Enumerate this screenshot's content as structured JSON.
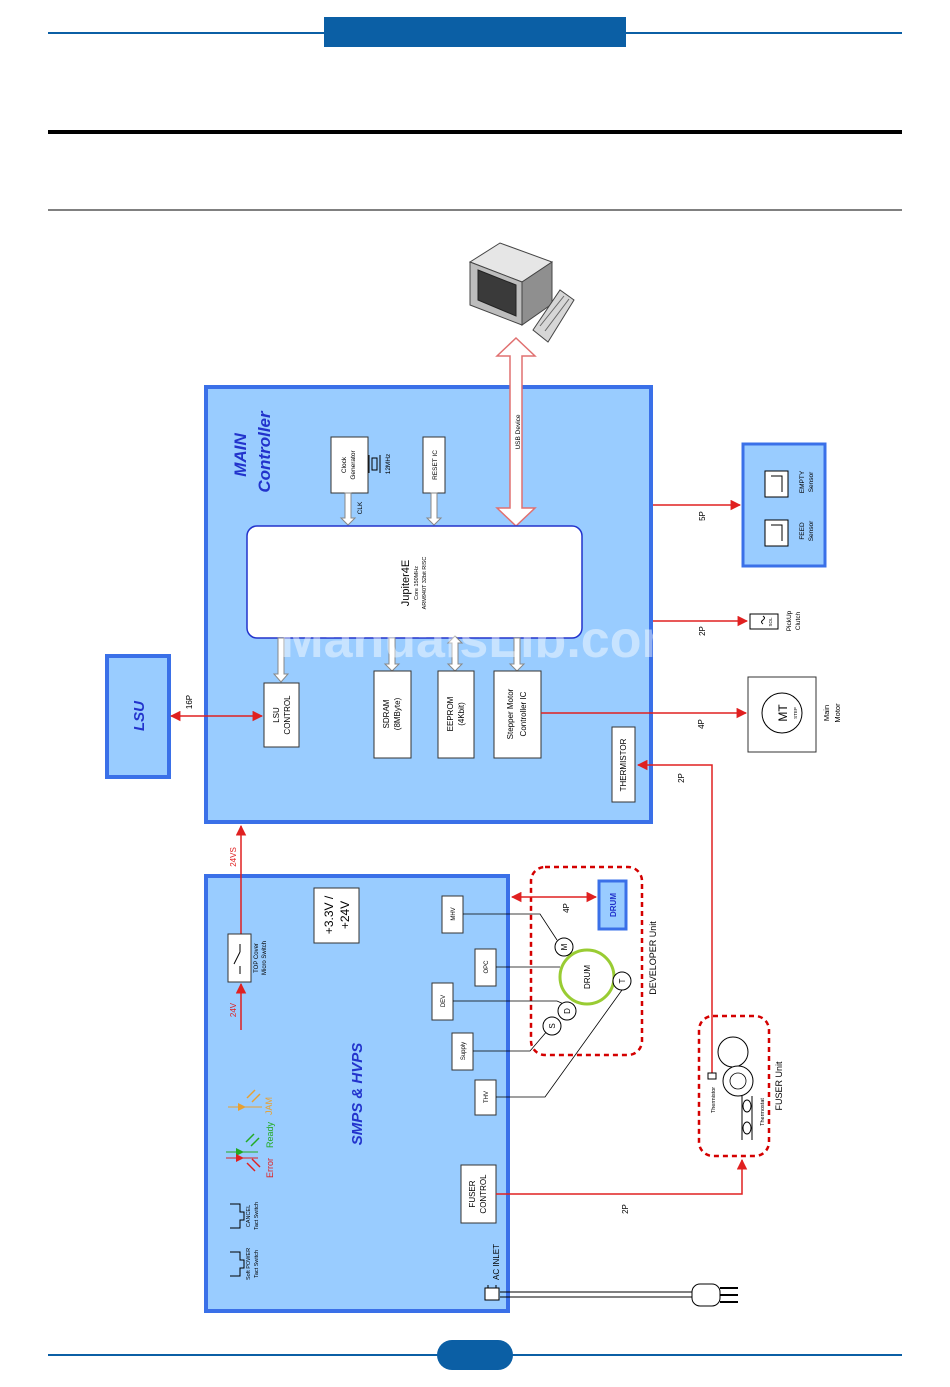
{
  "watermark": "ManualsLib.com",
  "main_controller": {
    "title_line1": "MAIN",
    "title_line2": "Controller",
    "cpu_name": "Jupiter4E",
    "cpu_spec1": "Core 150MHz",
    "cpu_spec2": "ARM940T 32bit RISC",
    "clock_line1": "Clock",
    "clock_line2": "Generator",
    "clock_freq": "12MHz",
    "clk_label": "CLK",
    "reset_ic": "RESET IC",
    "usb_label": "USB Device",
    "lsu_control_line1": "LSU",
    "lsu_control_line2": "CONTROL",
    "sdram_line1": "SDRAM",
    "sdram_line2": "(8MByte)",
    "eeprom_line1": "EEPROM",
    "eeprom_line2": "(4Kbit)",
    "stepper_line1": "Stepper Motor",
    "stepper_line2": "Controller IC",
    "thermistor": "THERMISTOR"
  },
  "lsu": {
    "label": "LSU",
    "connector": "16P"
  },
  "sensors": {
    "connector": "5P",
    "empty_line1": "EMPTY",
    "empty_line2": "Sensor",
    "feed_line1": "FEED",
    "feed_line2": "Sensor"
  },
  "pickup_clutch": {
    "connector": "2P",
    "line1": "PickUp",
    "line2": "Clutch",
    "sol": "SOL"
  },
  "main_motor": {
    "connector": "4P",
    "mt": "MT",
    "step": "STEP",
    "line1": "Main",
    "line2": "Motor"
  },
  "thermistor_connector": "2P",
  "power_link": "24VS",
  "smps": {
    "title": "SMPS & HVPS",
    "voltage_line1": "+3.3V /",
    "voltage_line2": "+24V",
    "top_cover_line1": "TOP Cover",
    "top_cover_line2": "Micro Switch",
    "v24": "24V",
    "mhv": "MHV",
    "opc": "OPC",
    "dev": "DEV",
    "supply": "Supply",
    "thv": "THV",
    "jam": "JAM",
    "ready": "Ready",
    "error": "Error",
    "cancel_line1": "CANCEL",
    "cancel_line2": "Tact Switch",
    "power_line1": "Soft POWER",
    "power_line2": "Tact Switch",
    "fuser_control_line1": "FUSER",
    "fuser_control_line2": "CONTROL",
    "ac_inlet": "AC INLET",
    "fuser_connector": "2P"
  },
  "developer": {
    "unit_label": "DEVELOPER Unit",
    "drum_badge": "DRUM",
    "drum": "DRUM",
    "connector": "4P",
    "m": "M",
    "t": "T",
    "d": "D",
    "s": "S"
  },
  "fuser": {
    "unit_label": "FUSER Unit",
    "thermistor": "Thermistor",
    "thermostat": "Thermostat"
  },
  "colors": {
    "header_blue": "#0b5fa5",
    "panel_fill": "#99ccff",
    "panel_border": "#3a70e8",
    "signal_red": "#e02020",
    "dashed_red": "#d40000",
    "drum_green": "#99cc33",
    "label_blue": "#2233cc"
  }
}
